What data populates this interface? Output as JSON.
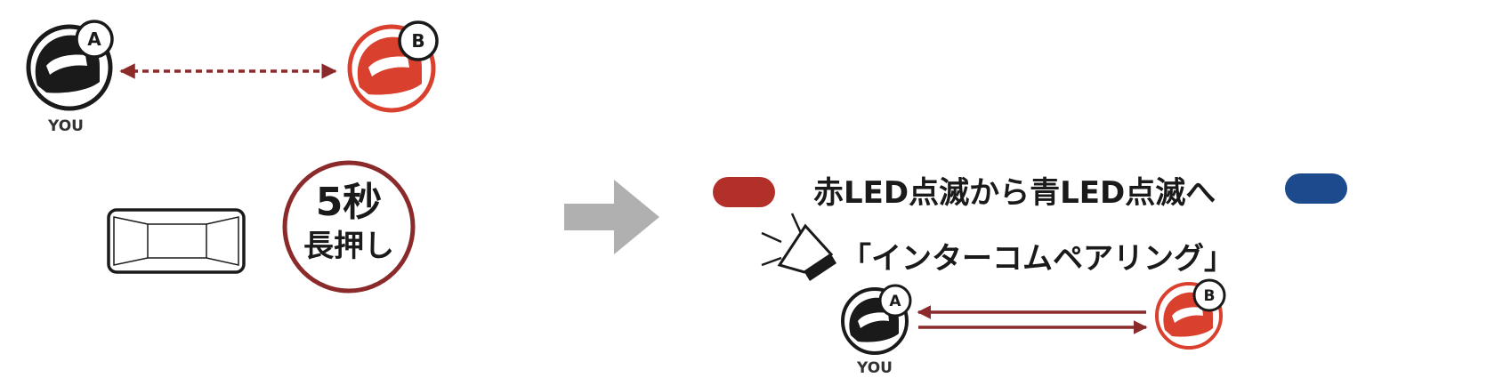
{
  "colors": {
    "black": "#1a1a1a",
    "red": "#d9402e",
    "dark_red": "#8b2a2a",
    "led_red": "#b3302a",
    "led_blue": "#1c4a8c",
    "arrow_gray": "#b0b0b0"
  },
  "top_pair": {
    "helmet_a_badge": "A",
    "helmet_b_badge": "B",
    "you_label": "YOU"
  },
  "press": {
    "line1": "5秒",
    "line2": "長押し"
  },
  "result": {
    "led_text": "赤LED点滅から青LED点滅へ",
    "voice_prompt": "「インターコムペアリング」"
  },
  "bottom_pair": {
    "helmet_a_badge": "A",
    "helmet_b_badge": "B",
    "you_label": "YOU"
  },
  "icons": [
    "helmet-icon",
    "helmet-icon",
    "button-icon",
    "arrow-right-icon",
    "led-icon",
    "speaker-icon"
  ]
}
